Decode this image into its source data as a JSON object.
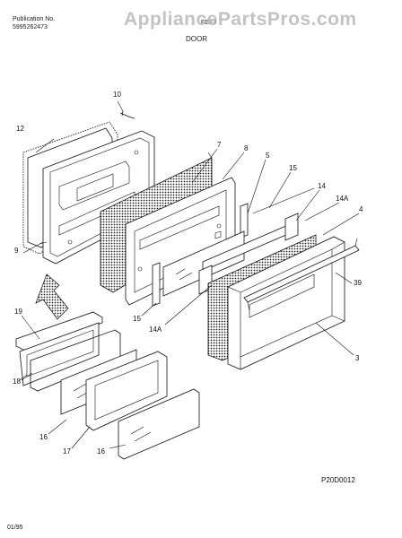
{
  "header": {
    "publication_label": "Publication No.",
    "publication_number": "5995262473",
    "model_code": "FEF3",
    "section_title": "DOOR",
    "watermark": "AppliancePartsPros.com"
  },
  "callouts": [
    "10",
    "12",
    "7",
    "8",
    "5",
    "15",
    "14",
    "14A",
    "4",
    "9",
    "39",
    "15",
    "14A",
    "3",
    "19",
    "18",
    "16",
    "17",
    "16"
  ],
  "diagram_code": "P20D0012",
  "footer_date": "01/95"
}
